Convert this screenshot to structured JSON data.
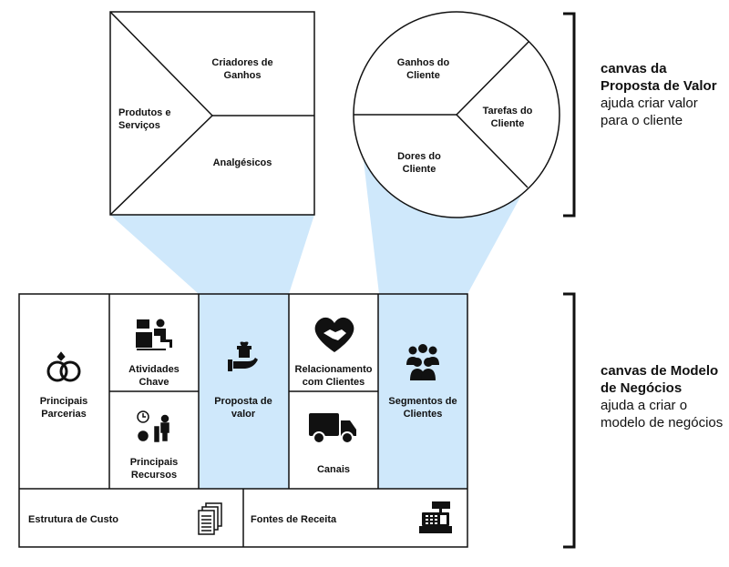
{
  "value_proposition_canvas": {
    "square": {
      "gain_creators": "Criadores de Ganhos",
      "products_services": "Produtos e Serviços",
      "pain_relievers": "Analgésicos"
    },
    "circle": {
      "gains": "Ganhos do Cliente",
      "jobs": "Tarefas do Cliente",
      "pains": "Dores do Cliente"
    },
    "caption_title": "canvas da Proposta de Valor",
    "caption_text": "ajuda criar valor para o cliente"
  },
  "business_model_canvas": {
    "key_partners": "Principais Parcerias",
    "key_activities": "Atividades Chave",
    "key_resources": "Principais Recursos",
    "value_proposition": "Proposta de valor",
    "customer_relationships": "Relacionamento com Clientes",
    "channels": "Canais",
    "customer_segments": "Segmentos de Clientes",
    "cost_structure": "Estrutura de Custo",
    "revenue_streams": "Fontes de Receita",
    "caption_title": "canvas de Modelo de Negócios",
    "caption_text": "ajuda a criar o modelo de negócios"
  },
  "colors": {
    "highlight": "#cfe8fb",
    "line": "#111111"
  }
}
